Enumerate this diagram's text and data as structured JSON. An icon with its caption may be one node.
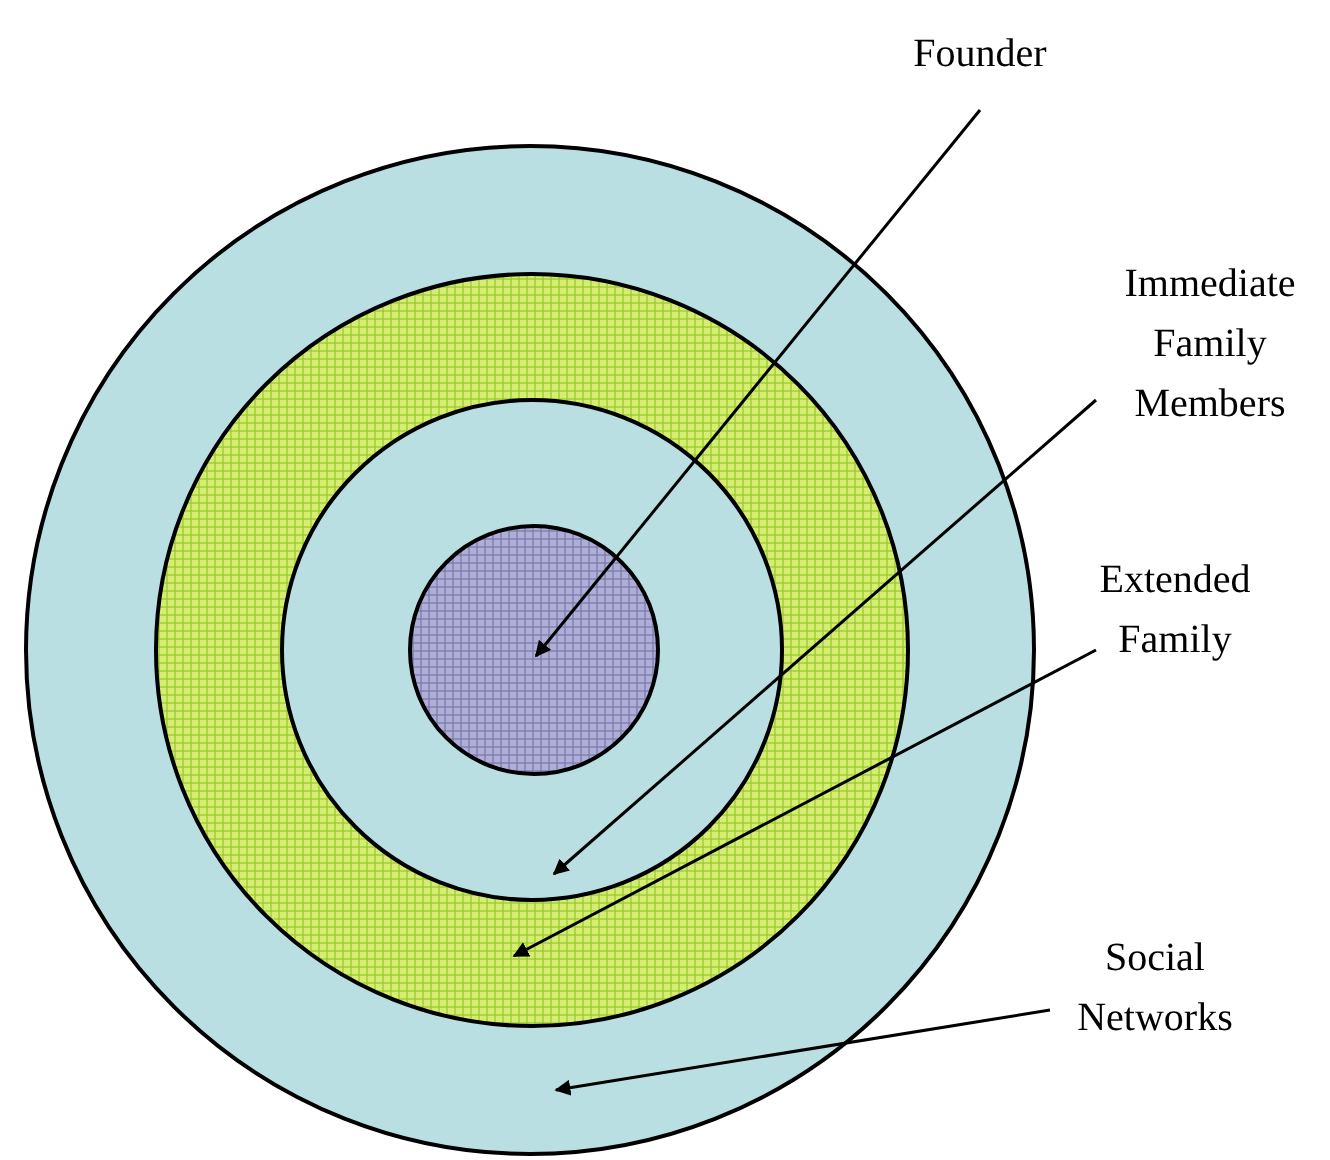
{
  "diagram": {
    "nodes": [
      {
        "text": [
          "Founder"
        ]
      },
      {
        "text": [],
        "shape": "circle"
      },
      {
        "text": [],
        "shape": "circle",
        "in": 1
      },
      {
        "text": [],
        "shape": "circle",
        "in": 2
      },
      {
        "text": [],
        "shape": "circle",
        "in": 3
      },
      {
        "text": [
          "Immediate Family Members"
        ]
      },
      {
        "text": [
          "Extended Family"
        ]
      },
      {
        "text": [
          "Social Networks"
        ]
      }
    ],
    "edges": [
      {
        "from": 0,
        "to": 4,
        "arrow": "to"
      },
      {
        "from": 5,
        "to": 3,
        "arrow": "to"
      },
      {
        "from": 6,
        "to": 2,
        "arrow": "to"
      },
      {
        "from": 7,
        "to": 1,
        "arrow": "to"
      }
    ]
  }
}
